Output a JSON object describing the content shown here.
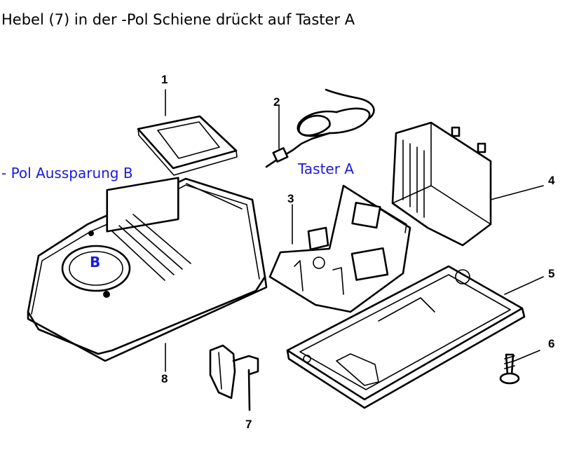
{
  "header": {
    "title": "Hebel (7) in der -Pol Schiene drückt auf Taster A"
  },
  "annotations": {
    "aussparung": "- Pol Aussparung B",
    "taster": "Taster A",
    "b_marker": "B"
  },
  "parts": {
    "p1": "1",
    "p2": "2",
    "p3": "3",
    "p4": "4",
    "p5": "5",
    "p6": "6",
    "p7": "7",
    "p8": "8"
  },
  "colors": {
    "annotation": "#1a1adb",
    "line": "#000000"
  }
}
